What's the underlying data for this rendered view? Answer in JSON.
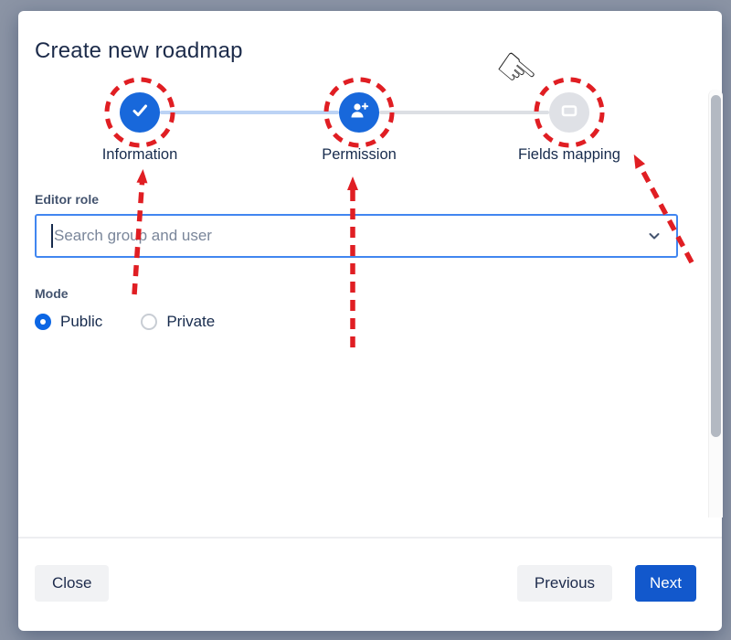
{
  "modal": {
    "title": "Create new roadmap",
    "stepper": {
      "steps": [
        {
          "label": "Information",
          "state": "completed",
          "icon": "check-icon"
        },
        {
          "label": "Permission",
          "state": "current",
          "icon": "user-add-icon"
        },
        {
          "label": "Fields mapping",
          "state": "upcoming",
          "icon": "card-icon"
        }
      ]
    },
    "form": {
      "editor_role": {
        "label": "Editor role",
        "placeholder": "Search group and user",
        "value": ""
      },
      "mode": {
        "label": "Mode",
        "options": [
          {
            "label": "Public",
            "selected": true
          },
          {
            "label": "Private",
            "selected": false
          }
        ]
      }
    },
    "footer": {
      "close": "Close",
      "previous": "Previous",
      "next": "Next"
    }
  },
  "annotations": {
    "hand_cursor_glyph": "☞",
    "highlighted_steps": [
      "Information",
      "Permission",
      "Fields mapping"
    ]
  },
  "colors": {
    "backdrop": "#8B94A5",
    "step_blue": "#1868DB",
    "step_inactive": "#DFE1E6",
    "connector_active": "#BCD3F5",
    "connector_inactive": "#DCDFE4",
    "input_border_focus": "#4186F0",
    "radio_selected": "#0C66E4",
    "primary_button": "#1258CC",
    "subtle_button": "#F1F2F4",
    "annotation_red": "#E01E23",
    "text_dark": "#172B4D",
    "label_muted": "#44546F",
    "placeholder": "#7A869A"
  }
}
